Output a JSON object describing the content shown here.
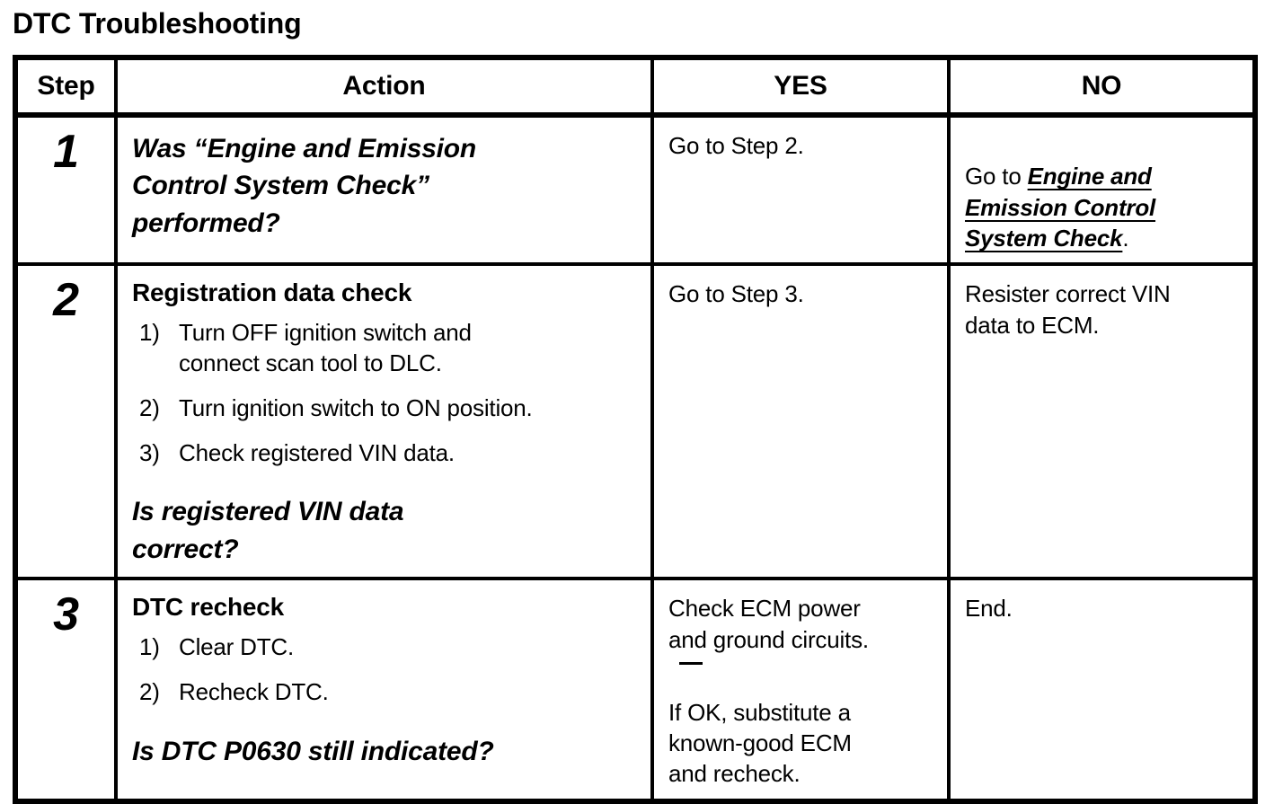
{
  "page_title": "DTC Troubleshooting",
  "colors": {
    "text": "#000000",
    "border": "#000000",
    "background": "#ffffff"
  },
  "table": {
    "headers": {
      "step": "Step",
      "action": "Action",
      "yes": "YES",
      "no": "NO"
    },
    "rows": [
      {
        "step": "1",
        "action": {
          "question": "Was “Engine and Emission\nControl System Check”\nperformed?"
        },
        "yes": {
          "text": "Go to Step 2."
        },
        "no": {
          "prefix": "Go to ",
          "link": "Engine and Emission Control System Check",
          "suffix": "."
        }
      },
      {
        "step": "2",
        "action": {
          "heading": "Registration data check",
          "items": [
            {
              "num": "1)",
              "text": "Turn OFF ignition switch and\nconnect scan tool to DLC."
            },
            {
              "num": "2)",
              "text": "Turn ignition switch to ON position."
            },
            {
              "num": "3)",
              "text": "Check registered VIN data."
            }
          ],
          "question": "Is registered VIN data\ncorrect?"
        },
        "yes": {
          "text": "Go to Step 3."
        },
        "no": {
          "text": "Resister correct VIN\ndata to ECM."
        }
      },
      {
        "step": "3",
        "action": {
          "heading": "DTC recheck",
          "items": [
            {
              "num": "1)",
              "text": "Clear DTC."
            },
            {
              "num": "2)",
              "text": "Recheck DTC."
            }
          ],
          "question": "Is DTC P0630 still indicated?"
        },
        "yes": {
          "line1": "Check ECM power\nand ground circuits.",
          "line2": "If OK, substitute a\nknown-good ECM\nand recheck."
        },
        "no": {
          "text": "End."
        }
      }
    ]
  }
}
